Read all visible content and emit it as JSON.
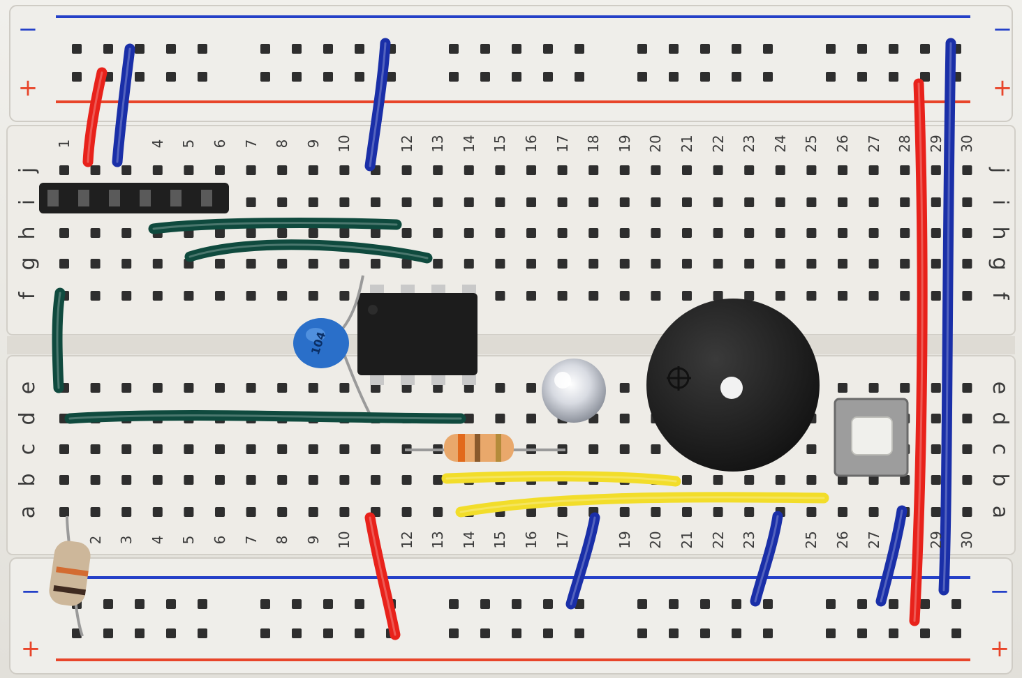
{
  "board": {
    "rail_minus": "−",
    "rail_plus": "+",
    "row_letters_top": [
      "j",
      "i",
      "h",
      "g",
      "f"
    ],
    "row_letters_bottom": [
      "e",
      "d",
      "c",
      "b",
      "a"
    ],
    "column_numbers_top": [
      "1",
      "4",
      "5",
      "6",
      "7",
      "8",
      "9",
      "10",
      "12",
      "13",
      "14",
      "15",
      "16",
      "17",
      "18",
      "19",
      "20",
      "21",
      "22",
      "23",
      "24",
      "25",
      "26",
      "27",
      "28",
      "29",
      "30"
    ],
    "column_numbers_bottom": [
      "2",
      "3",
      "4",
      "5",
      "6",
      "7",
      "8",
      "9",
      "10",
      "12",
      "13",
      "14",
      "15",
      "16",
      "17",
      "19",
      "20",
      "21",
      "22",
      "23",
      "25",
      "26",
      "27",
      "29",
      "30"
    ]
  },
  "components": {
    "capacitor_marking": "104",
    "ic_name": "8-pin IC",
    "led_name": "clear LED",
    "buzzer_name": "piezo buzzer",
    "button_name": "tactile push button"
  },
  "colors": {
    "board": "#ebe9e4",
    "rail_blue": "#2440c8",
    "rail_red": "#e8452a",
    "wire_red": "#e8221b",
    "wire_blue": "#1a2fa8",
    "wire_green": "#0f4a3e",
    "wire_yellow": "#f2dd2a",
    "ic_body": "#1c1c1c",
    "capacitor": "#2a6fc9"
  }
}
